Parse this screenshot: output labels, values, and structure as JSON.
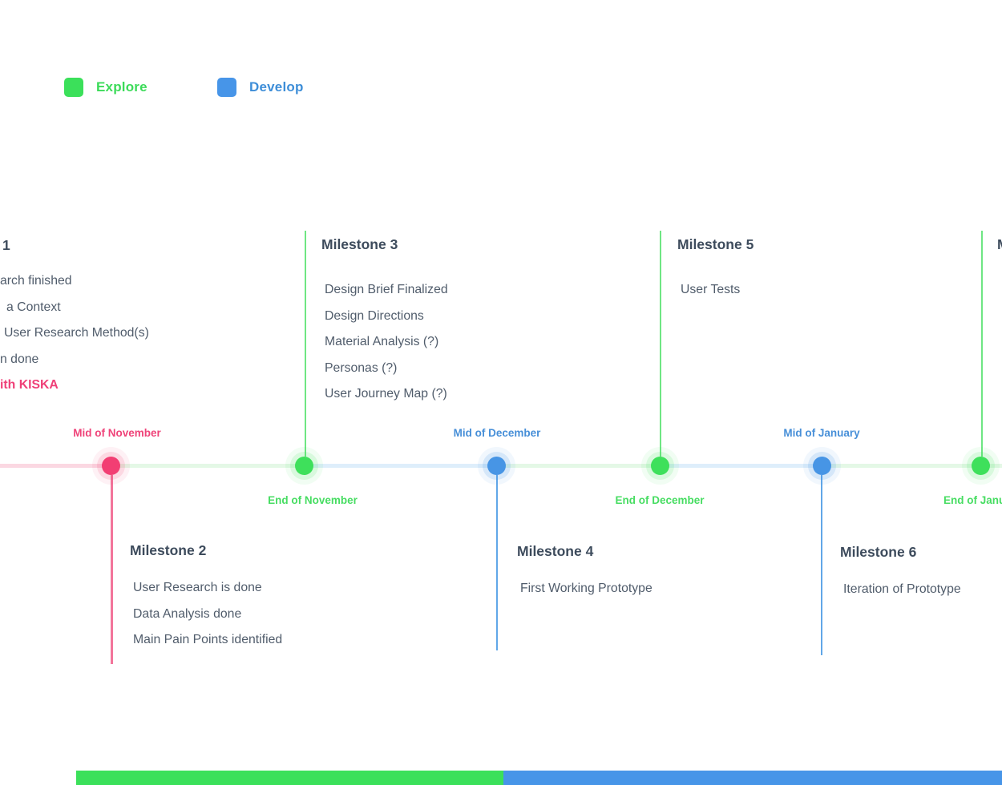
{
  "legend": {
    "explore_label": "Explore",
    "develop_label": "Develop",
    "explore_color": "#3be05a",
    "develop_color": "#4795e8"
  },
  "timeline": {
    "dates": {
      "mid_november": "Mid of November",
      "end_november": "End of November",
      "mid_december": "Mid of December",
      "end_december": "End of December",
      "mid_january": "Mid of January",
      "end_january_partial": "End of Janu"
    },
    "dot_colors": {
      "research_pink": "#f23e73",
      "explore_green": "#3ee05b",
      "develop_blue": "#4795e5"
    },
    "track_colors": {
      "pink": "#fbd8e2",
      "green": "#e4f8e6",
      "blue": "#deeefb"
    }
  },
  "milestones": {
    "m1": {
      "title": "1",
      "items": [
        "arch finished",
        "a Context",
        "User Research Method(s)",
        "n done",
        "ith KISKA"
      ]
    },
    "m2": {
      "title": "Milestone 2",
      "items": [
        "User Research is done",
        "Data Analysis done",
        "Main Pain Points identified"
      ]
    },
    "m3": {
      "title": "Milestone 3",
      "items": [
        "Design Brief Finalized",
        "Design Directions",
        "Material Analysis (?)",
        "Personas (?)",
        "User Journey Map (?)"
      ]
    },
    "m4": {
      "title": "Milestone 4",
      "items": [
        "First Working Prototype"
      ]
    },
    "m5": {
      "title": "Milestone 5",
      "items": [
        "User Tests"
      ]
    },
    "m6": {
      "title": "Milestone 6",
      "items": [
        "Iteration of Prototype"
      ]
    },
    "m7": {
      "title": "M"
    }
  },
  "phase_bars": {
    "explore_color": "#3be05a",
    "develop_color": "#4795e8"
  }
}
